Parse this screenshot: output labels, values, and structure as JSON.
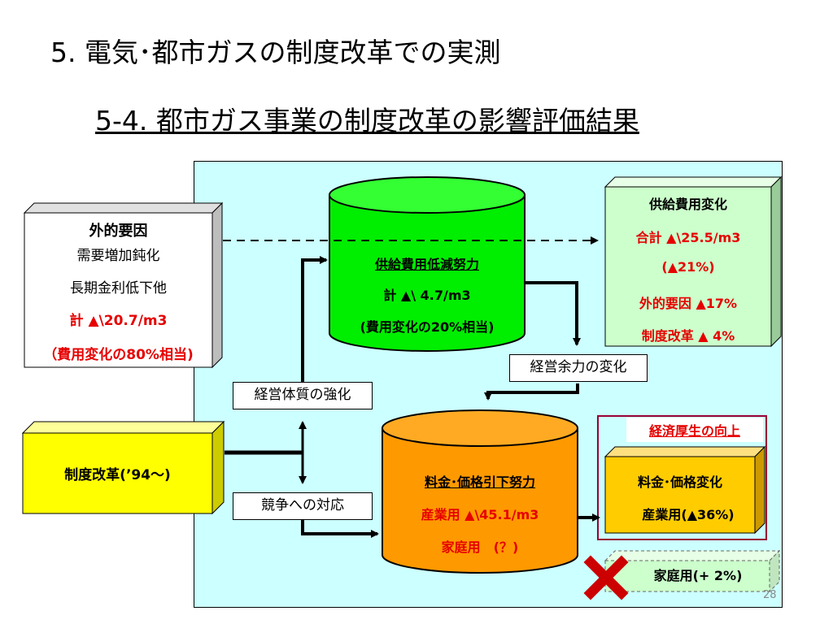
{
  "titles": {
    "main": "5. 電気･都市ガスの制度改革での実測",
    "sub": "5-4. 都市ガス事業の制度改革の影響評価結果"
  },
  "external_factor": {
    "heading": "外的要因",
    "line1": "需要増加鈍化",
    "line2": "長期金利低下他",
    "total": "計 ▲\\20.7/m3",
    "share": "（費用変化の80%相当)"
  },
  "reform_box": {
    "label": "制度改革(’94～)"
  },
  "cost_effort": {
    "heading": "供給費用低減努力",
    "total": "計 ▲\\ 4.7/m3",
    "share": "(費用変化の20%相当)"
  },
  "supply_cost_change": {
    "heading": "供給費用変化",
    "total": "合計 ▲\\25.5/m3",
    "pct": "(▲21%)",
    "external": "外的要因 ▲17%",
    "reform": "制度改革 ▲ 4%"
  },
  "labels": {
    "management_margin": "経営余力の変化",
    "management_strength": "経営体質の強化",
    "competition": "競争への対応"
  },
  "price_effort": {
    "heading": "料金･価格引下努力",
    "industrial": "産業用 ▲\\45.1/m3",
    "household": "家庭用　(？)"
  },
  "welfare": {
    "heading": "経済厚生の向上",
    "box_heading": "料金･価格変化",
    "industrial": "産業用(▲36%)",
    "household": "家庭用(+ 2%)"
  },
  "page_number": "28",
  "colors": {
    "panel": "#ccffff",
    "green_cylinder": "#00ee00",
    "orange_cylinder": "#ff9900",
    "yellow_box": "#ffff00",
    "gold_box": "#ffcc00",
    "light_green_box": "#ccffcc",
    "accent_red": "#e60000",
    "welfare_border": "#990033"
  }
}
